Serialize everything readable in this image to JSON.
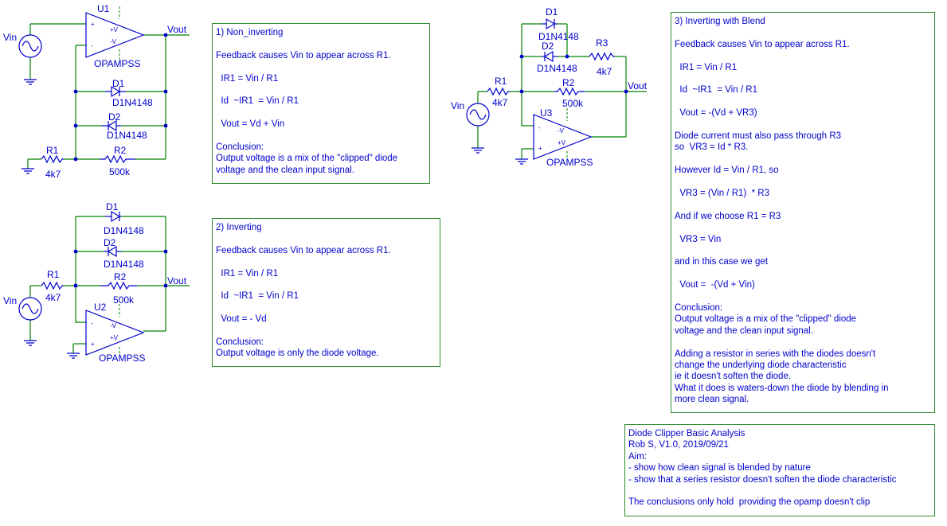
{
  "schematic": {
    "c1": {
      "u": "U1",
      "op": "OPAMPSS",
      "vin": "Vin",
      "vout": "Vout",
      "d1": "D1",
      "d1v": "D1N4148",
      "d2": "D2",
      "d2v": "D1N4148",
      "r1": "R1",
      "r1v": "4k7",
      "r2": "R2",
      "r2v": "500k"
    },
    "c2": {
      "u": "U2",
      "op": "OPAMPSS",
      "vin": "Vin",
      "vout": "Vout",
      "d1": "D1",
      "d1v": "D1N4148",
      "d2": "D2",
      "d2v": "D1N4148",
      "r1": "R1",
      "r1v": "4k7",
      "r2": "R2",
      "r2v": "500k"
    },
    "c3": {
      "u": "U3",
      "op": "OPAMPSS",
      "vin": "Vin",
      "vout": "Vout",
      "d1": "D1",
      "d1v": "D1N4148",
      "d2": "D2",
      "d2v": "D1N4148",
      "r1": "R1",
      "r1v": "4k7",
      "r2": "R2",
      "r2v": "500k",
      "r3": "R3",
      "r3v": "4k7"
    },
    "pin": {
      "plus": "+",
      "minus": "-",
      "vpos": "+V",
      "vneg": "-V"
    }
  },
  "notes": {
    "noninv": [
      "1) Non_inverting",
      "",
      "Feedback causes Vin to appear across R1.",
      "",
      "  IR1 = Vin / R1",
      "",
      "  Id  ~IR1  = Vin / R1",
      "",
      "  Vout = Vd + Vin",
      "",
      "Conclusion:",
      "Output voltage is a mix of the \"clipped\" diode",
      "voltage and the clean input signal."
    ],
    "inv": [
      "2) Inverting",
      "",
      "Feedback causes Vin to appear across R1.",
      "",
      "  IR1 = Vin / R1",
      "",
      "  Id  ~IR1  = Vin / R1",
      "",
      "  Vout = - Vd",
      "",
      "Conclusion:",
      "Output voltage is only the diode voltage."
    ],
    "blend": [
      "3) Inverting with Blend",
      "",
      "Feedback causes Vin to appear across R1.",
      "",
      "  IR1 = Vin / R1",
      "",
      "  Id  ~IR1  = Vin / R1",
      "",
      "  Vout = -(Vd + VR3)",
      "",
      "Diode current must also pass through R3",
      "so  VR3 = Id * R3.",
      "",
      "However Id = Vin / R1, so",
      "",
      "  VR3 = (Vin / R1)  * R3",
      "",
      "And if we choose R1 = R3",
      "",
      "  VR3 = Vin",
      "",
      "and in this case we get",
      "",
      "  Vout =  -(Vd + Vin)",
      "",
      "Conclusion:",
      "Output voltage is a mix of the \"clipped\" diode",
      "voltage and the clean input signal.",
      "",
      "Adding a resistor in series with the diodes doesn't",
      "change the underlying diode characteristic",
      "ie it doesn't soften the diode.",
      "What it does is waters-down the diode by blending in",
      "more clean signal."
    ],
    "info": [
      "Diode Clipper Basic Analysis",
      "Rob S, V1.0, 2019/09/21",
      "Aim:",
      "- show how clean signal is blended by nature",
      "- show that a series resistor doesn't soften the diode characteristic",
      "",
      "The conclusions only hold  providing the opamp doesn't clip"
    ]
  }
}
